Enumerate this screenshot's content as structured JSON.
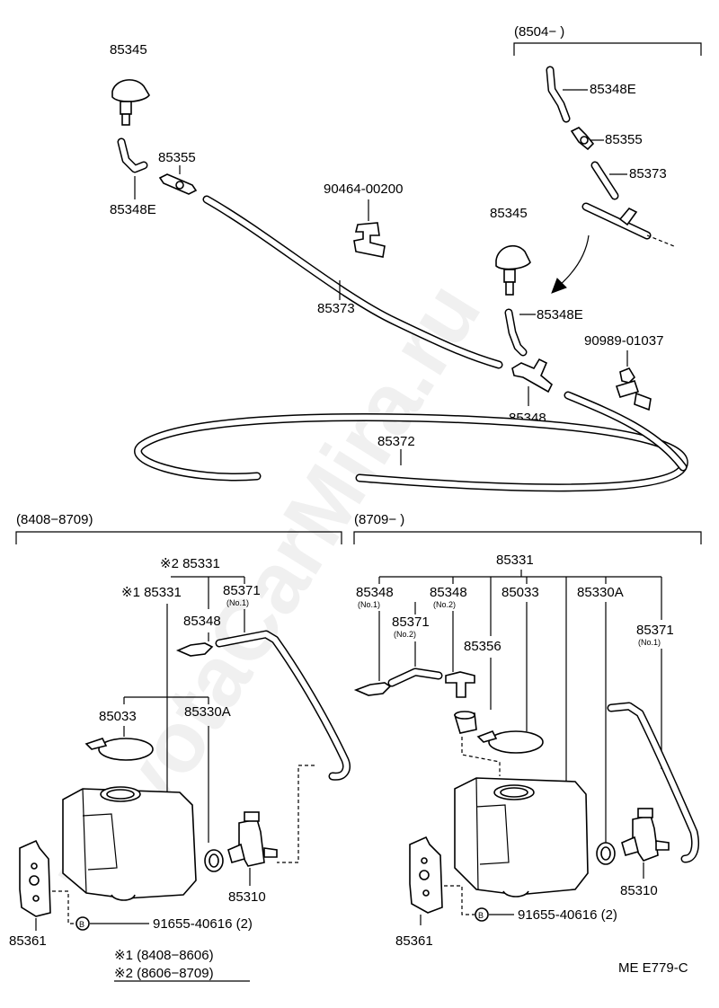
{
  "watermark": "ToyotaCarMira.ru",
  "drawing_code": "ME E779-C",
  "notes": {
    "n1": "※1 (8408−8606)",
    "n2": "※2 (8606−8709)"
  },
  "bolt_marker": "B",
  "sections": {
    "top_variant": "(8504−          )",
    "left_tank": "(8408−8709)",
    "right_tank": "(8709−          )"
  },
  "top_left": {
    "nozzle": "85345",
    "elbow": "85348E",
    "valve": "85355",
    "clamp": "90464-00200",
    "hose": "85373"
  },
  "top_right_variant": {
    "elbow": "85348E",
    "valve": "85355",
    "hose": "85373"
  },
  "center": {
    "nozzle": "85345",
    "elbow": "85348E",
    "clip": "90989-01037",
    "joint": "85348",
    "hose": "85372"
  },
  "left_tank": {
    "jar2": "※2 85331",
    "jar1": "※1 85331",
    "hose_no1": "85371",
    "hose_no1_sub": "(No.1)",
    "joint": "85348",
    "cap": "85033",
    "hose_pump": "85330A",
    "motor": "85310",
    "bolt": "91655-40616 (2)",
    "bracket": "85361"
  },
  "right_tank": {
    "jar": "85331",
    "joint_no1": "85348",
    "joint_no1_sub": "(No.1)",
    "joint_no2": "85348",
    "joint_no2_sub": "(No.2)",
    "cap": "85033",
    "hose_pump": "85330A",
    "hose_no2": "85371",
    "hose_no2_sub": "(No.2)",
    "grommet": "85356",
    "hose_no1": "85371",
    "hose_no1_sub": "(No.1)",
    "motor": "85310",
    "bolt": "91655-40616 (2)",
    "bracket": "85361"
  }
}
